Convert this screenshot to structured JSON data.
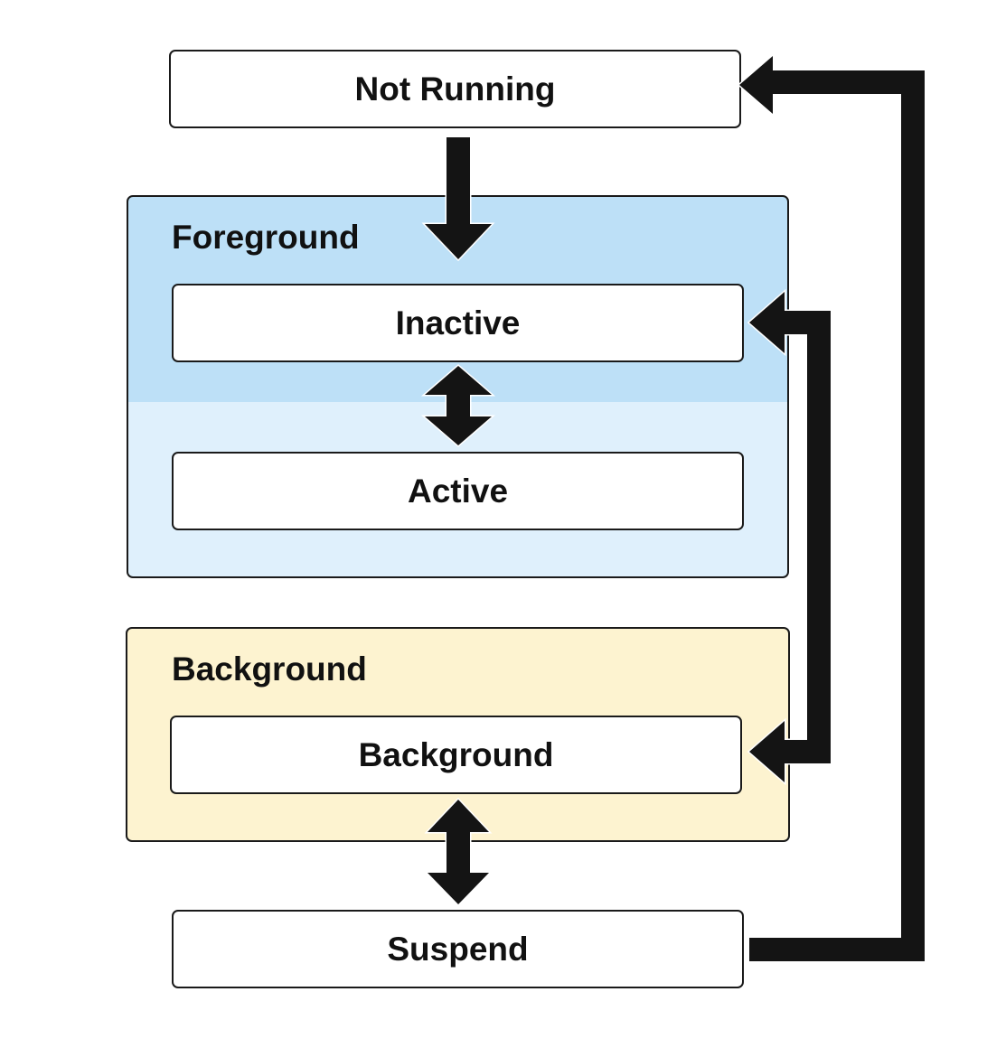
{
  "states": {
    "not_running": "Not Running",
    "inactive": "Inactive",
    "active": "Active",
    "background": "Background",
    "suspend": "Suspend"
  },
  "groups": {
    "foreground": {
      "title": "Foreground"
    },
    "background": {
      "title": "Background"
    }
  },
  "colors": {
    "foreground_top": "#bde0f7",
    "foreground_bottom": "#dff0fc",
    "background_group": "#fdf3d0",
    "arrow": "#141414",
    "box_border": "#1a1a1a"
  }
}
